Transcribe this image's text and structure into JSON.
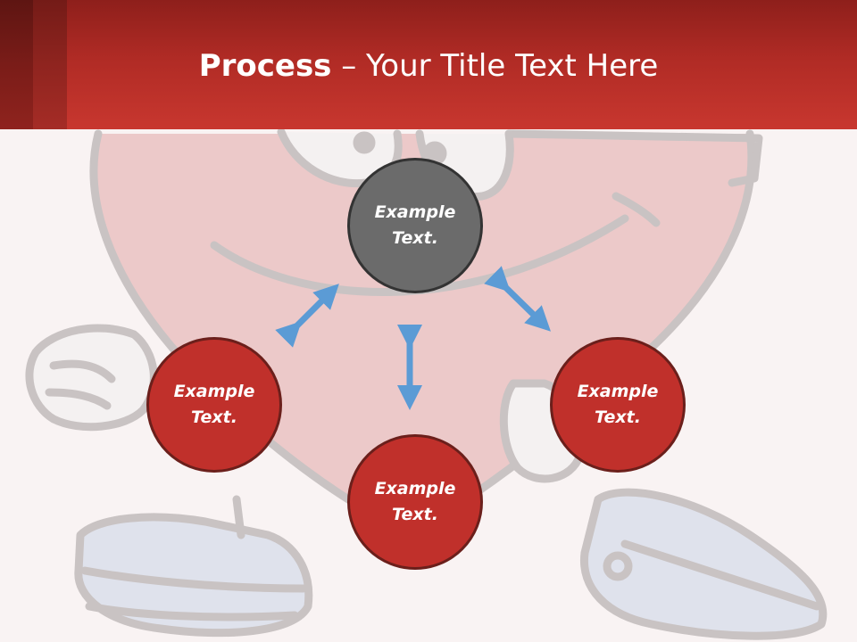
{
  "slide": {
    "title_bold": "Process",
    "title_rest": " – Your Title Text Here"
  },
  "nodes": [
    {
      "id": "top",
      "label_line1": "Example",
      "label_line2": "Text.",
      "fill": "#6b6b6b"
    },
    {
      "id": "left",
      "label_line1": "Example",
      "label_line2": "Text.",
      "fill": "#c0302b"
    },
    {
      "id": "bottom",
      "label_line1": "Example",
      "label_line2": "Text.",
      "fill": "#c0302b"
    },
    {
      "id": "right",
      "label_line1": "Example",
      "label_line2": "Text.",
      "fill": "#c0302b"
    }
  ],
  "colors": {
    "header": "#c8372f",
    "arrow": "#5b9bd5",
    "background": "#f9f3f3"
  },
  "icons": {
    "background_art": "cartoon-heart-character-icon"
  }
}
